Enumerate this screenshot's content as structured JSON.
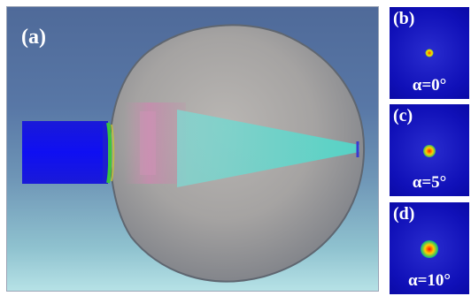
{
  "panels": {
    "a": {
      "label": "(a)"
    },
    "b": {
      "label": "(b)",
      "angle": "α=0°"
    },
    "c": {
      "label": "(c)",
      "angle": "α=5°"
    },
    "d": {
      "label": "(d)",
      "angle": "α=10°"
    }
  },
  "colors": {
    "background_top": "#4f6a99",
    "background_bottom": "#b6e2e6",
    "input_beam": "#1414e6",
    "focused_cone": "#5fd6c8",
    "lens_body": "#a9a9a9",
    "side_panel_bg": "#1010b8"
  }
}
